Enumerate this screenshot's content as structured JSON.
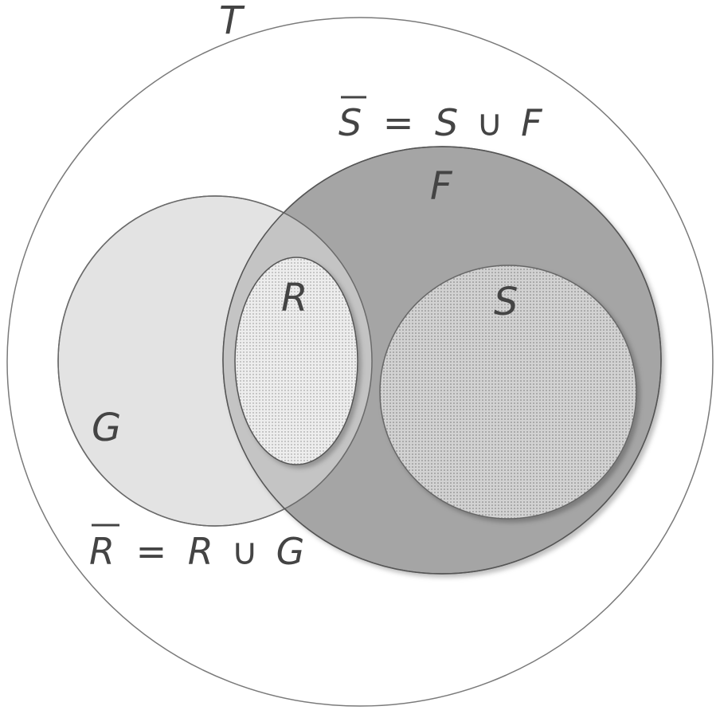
{
  "labels": {
    "T": "T",
    "F": "F",
    "G": "G",
    "R": "R",
    "S": "S"
  },
  "equations": {
    "s_closure": {
      "lhs": "S",
      "eq": "=",
      "a": "S",
      "union": "∪",
      "b": "F"
    },
    "r_closure": {
      "lhs": "R",
      "eq": "=",
      "a": "R",
      "union": "∪",
      "b": "G"
    }
  },
  "colors": {
    "T_fill": "#ffffff",
    "G_fill": "#e3e3e3",
    "F_fill": "#a5a5a5",
    "overlap_fill": "#c4c4c4",
    "R_fill": "#ececec",
    "S_fill": "#cfcfcf",
    "text": "#444444",
    "stroke": "#6a6a6a"
  }
}
